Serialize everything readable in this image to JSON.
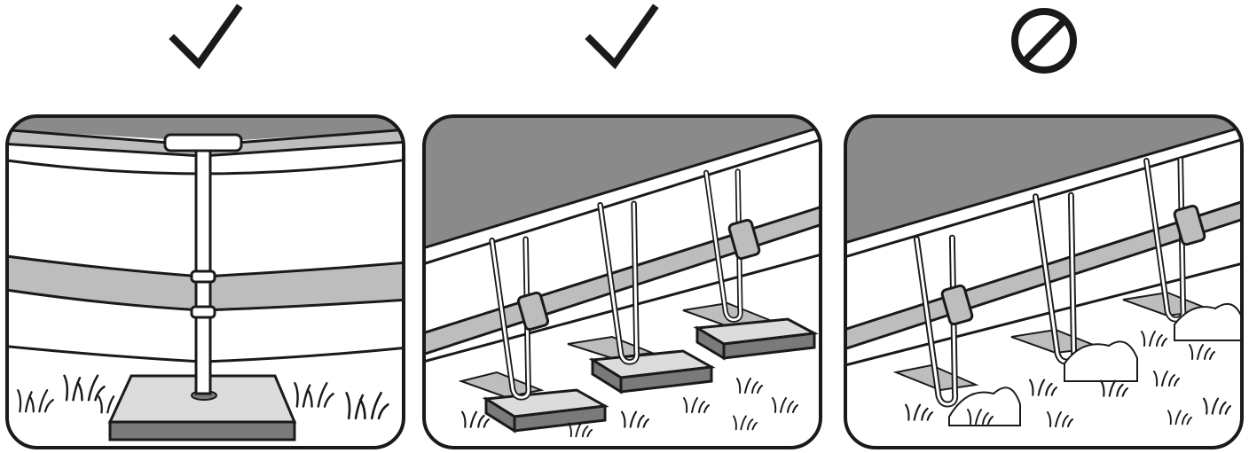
{
  "figure": {
    "panels": [
      {
        "id": "pole-on-pad",
        "verdict": "correct",
        "symbol": "check-mark",
        "subject": "frame-leg-on-single-pad"
      },
      {
        "id": "u-leg-on-pads",
        "verdict": "correct",
        "symbol": "check-mark",
        "subject": "u-legs-on-pads"
      },
      {
        "id": "u-leg-on-grass",
        "verdict": "prohibited",
        "symbol": "prohibited-symbol",
        "subject": "u-legs-on-grass"
      }
    ],
    "colors": {
      "outline": "#1a1a1a",
      "pool-top": "#8a8a8a",
      "band": "#bdbdbd",
      "pad-top": "#dcdcdc",
      "pad-side": "#7a7a7a",
      "background": "#ffffff"
    }
  }
}
